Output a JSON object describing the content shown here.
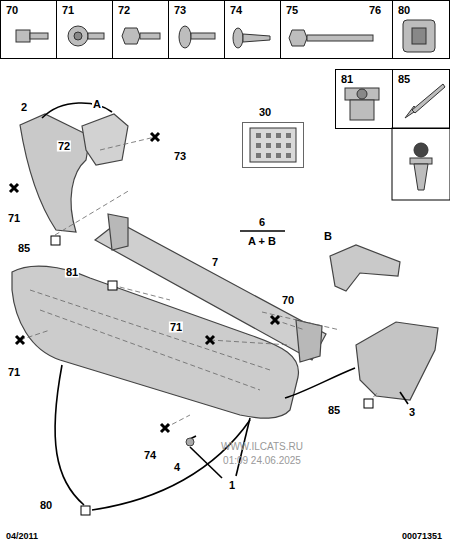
{
  "diagram": {
    "nodes": [
      {
        "text": [
          "70"
        ]
      },
      {
        "text": [
          "71"
        ]
      },
      {
        "text": [
          "72"
        ]
      },
      {
        "text": [
          "73"
        ]
      },
      {
        "text": [
          "74"
        ]
      },
      {
        "text": [
          "75",
          "76"
        ]
      },
      {
        "text": [
          "80"
        ]
      },
      {
        "text": [
          "81"
        ]
      },
      {
        "text": [
          "85"
        ]
      },
      {
        "text": [
          "30"
        ]
      }
    ],
    "edges": [],
    "labels": [
      "2",
      "A",
      "72",
      "73",
      "71",
      "85",
      "6",
      "A + B",
      "7",
      "B",
      "81",
      "71",
      "70",
      "71",
      "80",
      "74",
      "4",
      "1",
      "85",
      "3",
      "WWW.ILCATS.RU",
      "01:09 24.06.2025",
      "04/2011",
      "00071351"
    ]
  }
}
